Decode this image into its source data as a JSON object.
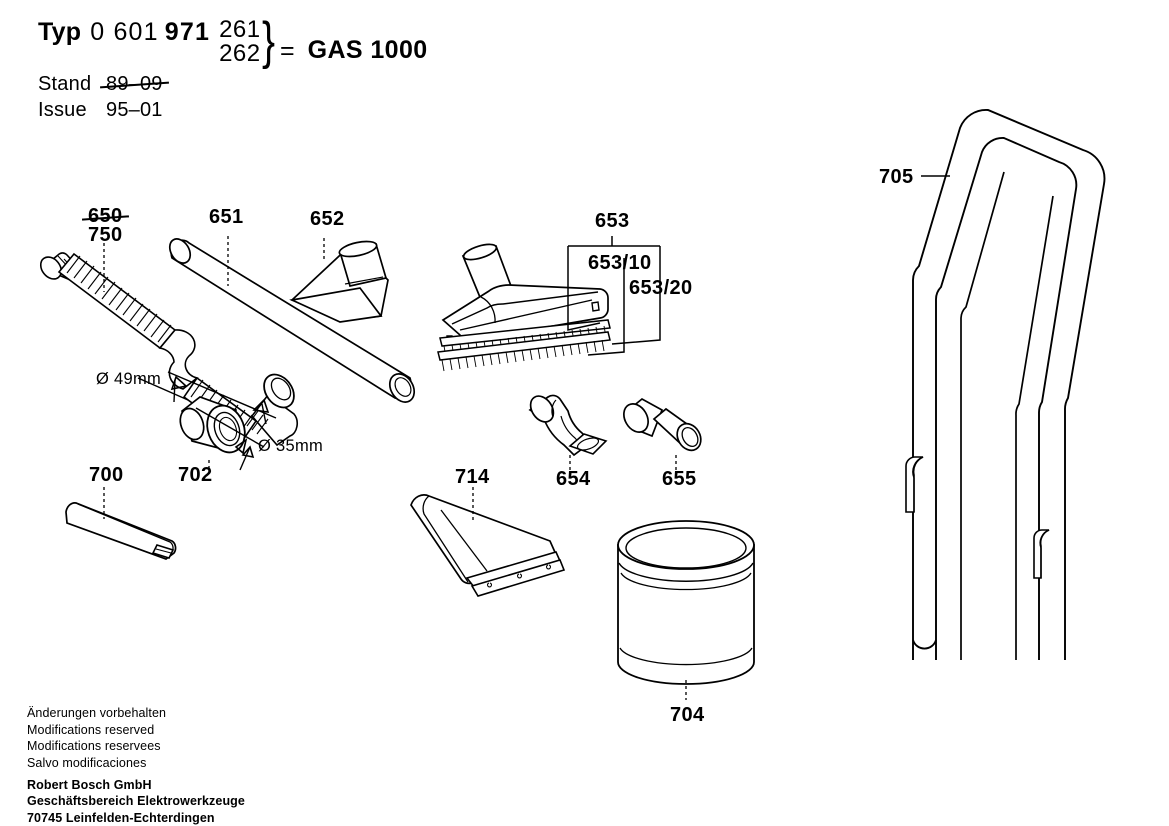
{
  "header": {
    "typ_label": "Typ",
    "typ_number_prefix": "0 601",
    "typ_number_bold": "971",
    "variants": [
      "261",
      "262"
    ],
    "equals": "=",
    "model": "GAS 1000",
    "stand_label": "Stand",
    "stand_value": "89–09",
    "stand_struck": true,
    "issue_label": "Issue",
    "issue_value": "95–01"
  },
  "footer": {
    "lines_plain": [
      "Änderungen vorbehalten",
      "Modifications reserved",
      "Modifications reservees",
      "Salvo modificaciones"
    ],
    "lines_bold": [
      "Robert Bosch GmbH",
      "Geschäftsbereich Elektrowerkzeuge",
      "70745 Leinfelden-Echterdingen"
    ]
  },
  "parts": {
    "hose_old": "650",
    "hose_new": "750",
    "tube": "651",
    "cone_nozzle": "652",
    "floor_nozzle": "653",
    "floor_nozzle_insert_a": "653/10",
    "floor_nozzle_insert_b": "653/20",
    "crevice_flat": "654",
    "adapter_round": "655",
    "crevice_long": "700",
    "reducer": "702",
    "squeegee": "714",
    "container": "704",
    "handle": "705"
  },
  "dimensions": {
    "diameter_large": "Ø 49mm",
    "diameter_small": "Ø 35mm"
  },
  "colors": {
    "line": "#000000",
    "paper": "#ffffff"
  }
}
